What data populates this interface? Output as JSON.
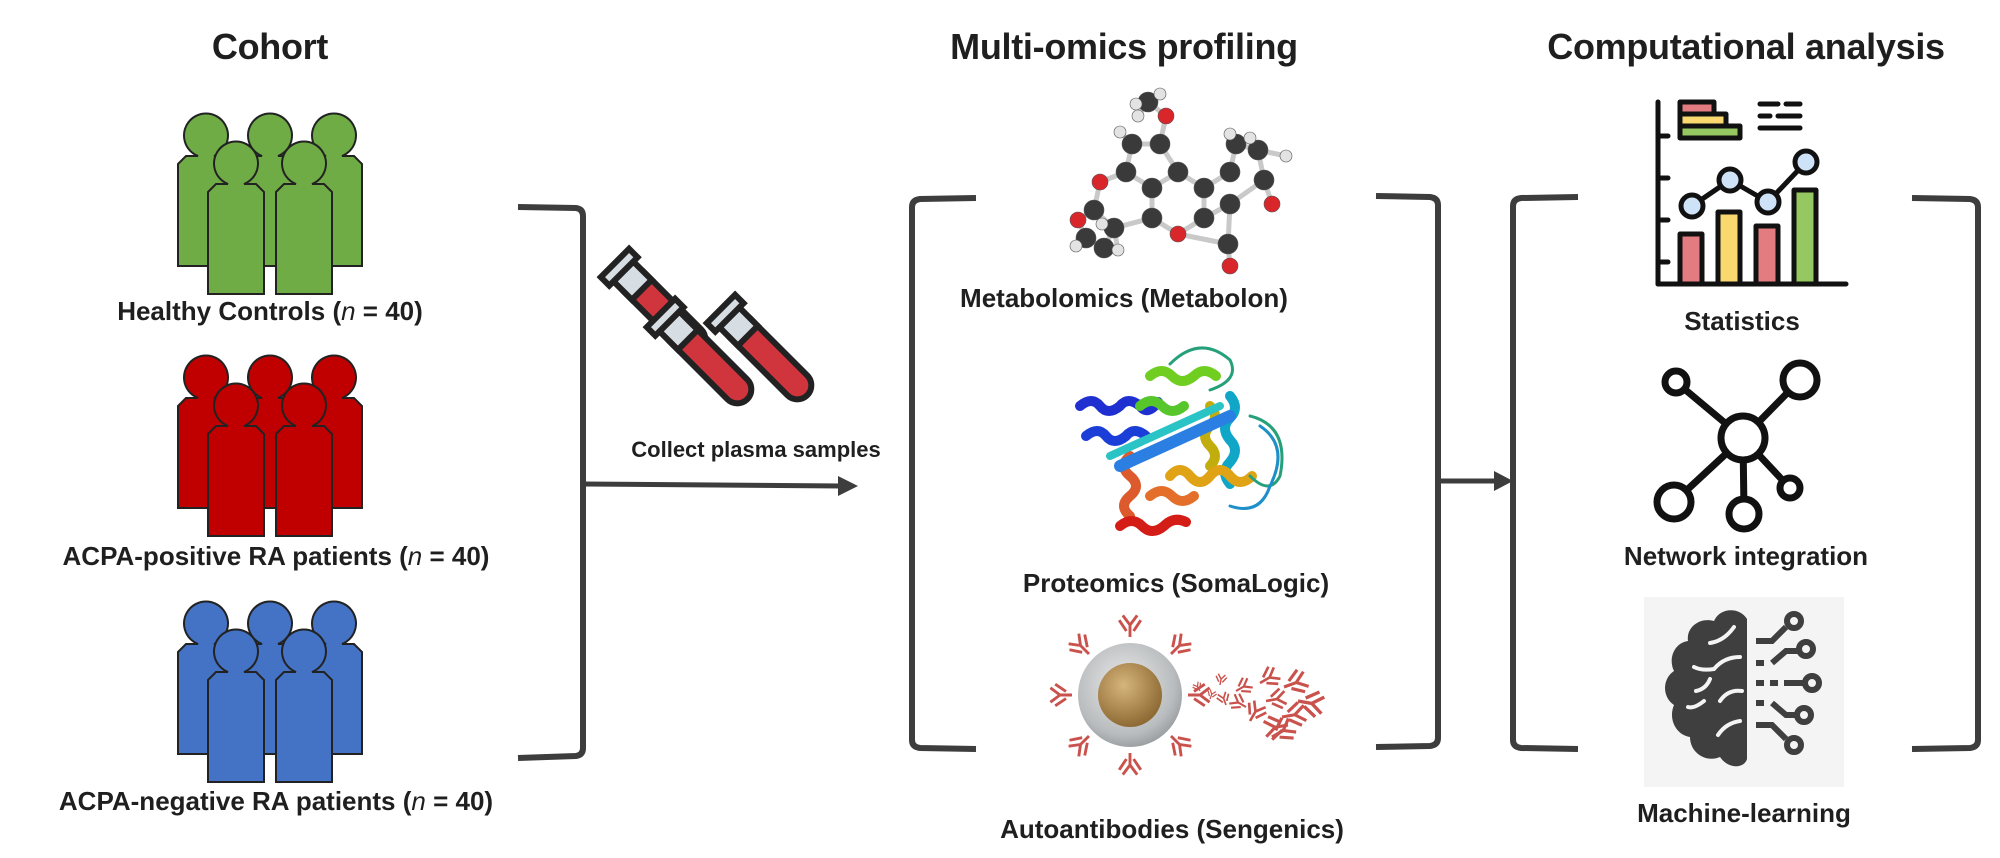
{
  "sections": {
    "cohort": {
      "title": "Cohort",
      "groups": [
        {
          "label_prefix": "Healthy Controls (",
          "n_symbol": "n",
          "n_suffix": " = 40)",
          "color": "#6fac46"
        },
        {
          "label_prefix": "ACPA-positive RA patients (",
          "n_symbol": "n",
          "n_suffix": " = 40)",
          "color": "#c00000"
        },
        {
          "label_prefix": "ACPA-negative RA patients (",
          "n_symbol": "n",
          "n_suffix": " = 40)",
          "color": "#4472c4"
        }
      ]
    },
    "sampling": {
      "label": "Collect plasma samples",
      "tube_color": "#d0353e",
      "cap_color": "#d7dee3"
    },
    "multiomics": {
      "title": "Multi-omics profiling",
      "items": [
        {
          "label": "Metabolomics (Metabolon)",
          "icon": "molecule-icon"
        },
        {
          "label": "Proteomics (SomaLogic)",
          "icon": "protein-ribbon-icon"
        },
        {
          "label": "Autoantibodies (Sengenics)",
          "icon": "antibody-bead-icon"
        }
      ]
    },
    "analysis": {
      "title": "Computational analysis",
      "items": [
        {
          "label": "Statistics",
          "icon": "statistics-chart-icon"
        },
        {
          "label": "Network integration",
          "icon": "network-icon"
        },
        {
          "label": "Machine-learning",
          "icon": "brain-circuit-icon"
        }
      ]
    }
  },
  "colors": {
    "line": "#3d3d3d",
    "text": "#1f1f1f"
  }
}
